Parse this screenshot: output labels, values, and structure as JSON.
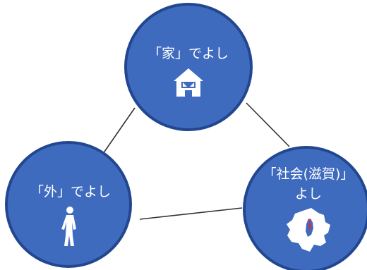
{
  "diagram": {
    "nodes": [
      {
        "id": "home",
        "label_lines": [
          "「家」でよし"
        ],
        "icon": "house-icon"
      },
      {
        "id": "outside",
        "label_lines": [
          "「外」でよし"
        ],
        "icon": "walking-person-icon"
      },
      {
        "id": "society",
        "label_lines": [
          "「社会(滋賀)」",
          "よし"
        ],
        "icon": "shiga-map-icon"
      }
    ],
    "connectors": [
      {
        "from": "home",
        "to": "outside"
      },
      {
        "from": "home",
        "to": "society"
      },
      {
        "from": "outside",
        "to": "society"
      }
    ],
    "colors": {
      "circle_fill": "#3f6bbf",
      "circle_border": "#22478f",
      "text": "#ffffff",
      "connector": "#333333"
    }
  }
}
